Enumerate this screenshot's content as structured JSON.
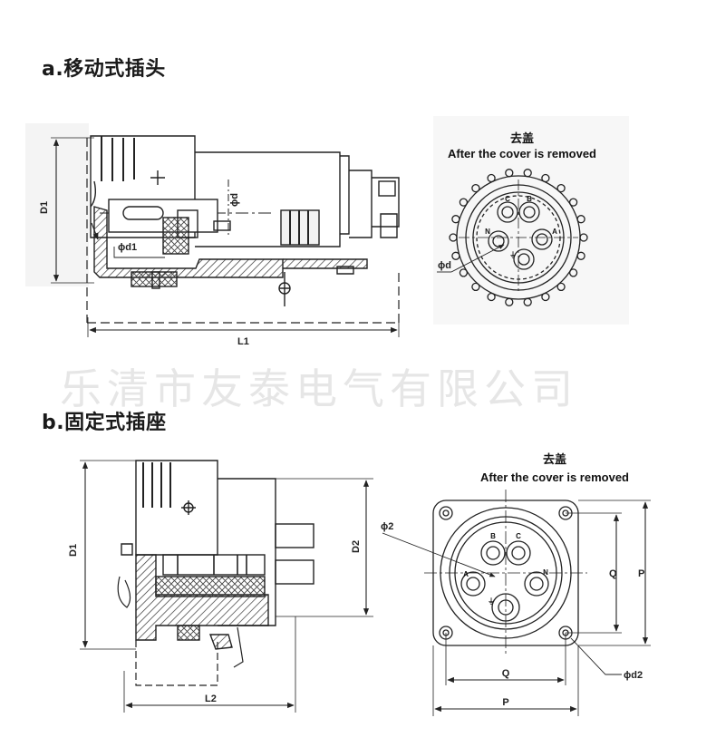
{
  "watermark": "乐清市友泰电气有限公司",
  "section_a": {
    "title": "a.移动式插头",
    "dim_d1": "D1",
    "dim_l1": "L1",
    "dim_phi_d": "ϕd",
    "dim_phi_d1": "ϕd1",
    "cover_note_cn": "去盖",
    "cover_note_en": "After the cover is removed",
    "pin_labels": [
      "C",
      "B",
      "A",
      "N",
      "⏚"
    ],
    "front_dim_phi_d": "ϕd"
  },
  "section_b": {
    "title": "b.固定式插座",
    "dim_d1": "D1",
    "dim_d2": "D2",
    "dim_l2": "L2",
    "cover_note_cn": "去盖",
    "cover_note_en": "After the cover is removed",
    "dim_phi2": "ϕ2",
    "pin_labels": [
      "B",
      "C",
      "A",
      "N",
      "⏚"
    ],
    "dim_q_vertical": "Q",
    "dim_p_vertical": "P",
    "dim_q_horizontal": "Q",
    "dim_p_horizontal": "P",
    "dim_phi_d2": "ϕd2"
  }
}
